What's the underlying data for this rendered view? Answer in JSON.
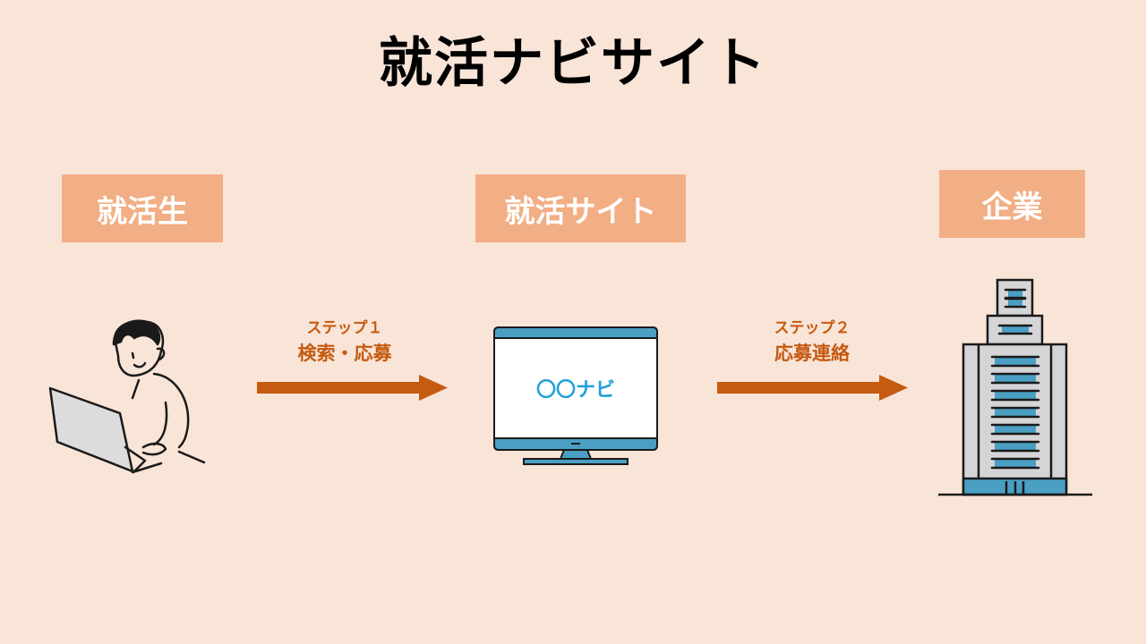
{
  "title": "就活ナビサイト",
  "labels": {
    "student": "就活生",
    "site": "就活サイト",
    "company": "企業"
  },
  "steps": [
    {
      "step": "ステップ１",
      "action": "検索・応募"
    },
    {
      "step": "ステップ２",
      "action": "応募連絡"
    }
  ],
  "monitor_text": "〇〇ナビ",
  "colors": {
    "background": "#f9e4d8",
    "label": "#f2ae84",
    "arrow": "#c55a11",
    "accent_blue": "#4a9fc2"
  }
}
